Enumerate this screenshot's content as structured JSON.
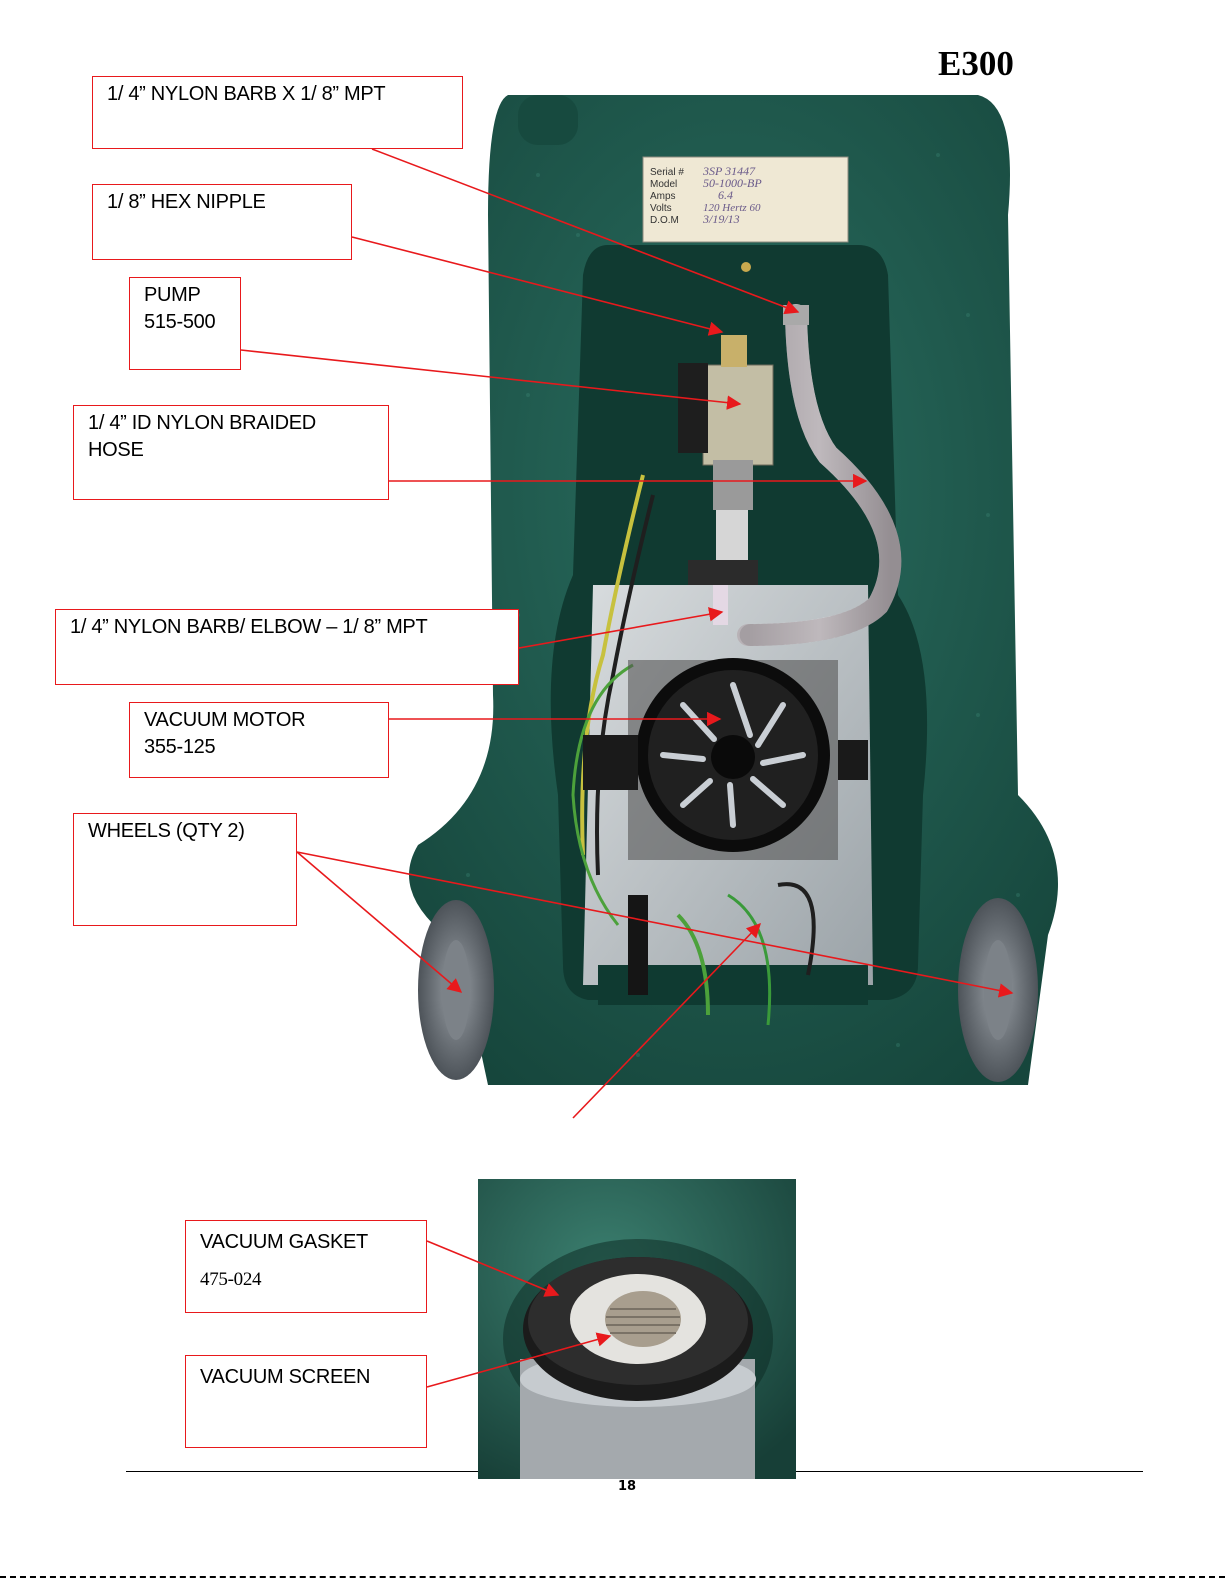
{
  "page": {
    "model": "E300",
    "page_number": "18"
  },
  "callouts": {
    "barb": {
      "lines": [
        "1/ 4”  NYLON BARB X 1/ 8”  MPT"
      ]
    },
    "hex_nipple": {
      "lines": [
        "1/ 8”  HEX NIPPLE"
      ]
    },
    "pump": {
      "lines": [
        "PUMP",
        "515-500"
      ]
    },
    "hose": {
      "lines": [
        "1/ 4”  ID NYLON BRAIDED",
        "HOSE"
      ]
    },
    "elbow": {
      "lines": [
        "1/ 4”  NYLON BARB/  ELBOW – 1/ 8”  MPT"
      ]
    },
    "vacuum_motor": {
      "lines": [
        "VACUUM MOTOR",
        "355-125"
      ]
    },
    "wheels": {
      "lines": [
        "WHEELS (QTY 2)"
      ]
    },
    "vacuum_gasket": {
      "lines": [
        "VACUUM GASKET",
        "475-024"
      ]
    },
    "vacuum_screen": {
      "lines": [
        "VACUUM SCREEN"
      ]
    }
  },
  "label_plate": {
    "fields": [
      "Serial #",
      "Model",
      "Amps",
      "Volts",
      "D.O.M"
    ],
    "values": [
      "3SP 31447",
      "50-1000-BP",
      "6.4",
      "120   Hertz 60",
      "3/19/13"
    ]
  },
  "colors": {
    "callout_border": "#e8191c",
    "arrow": "#e8191c",
    "housing_green": "#1f5a4e"
  }
}
